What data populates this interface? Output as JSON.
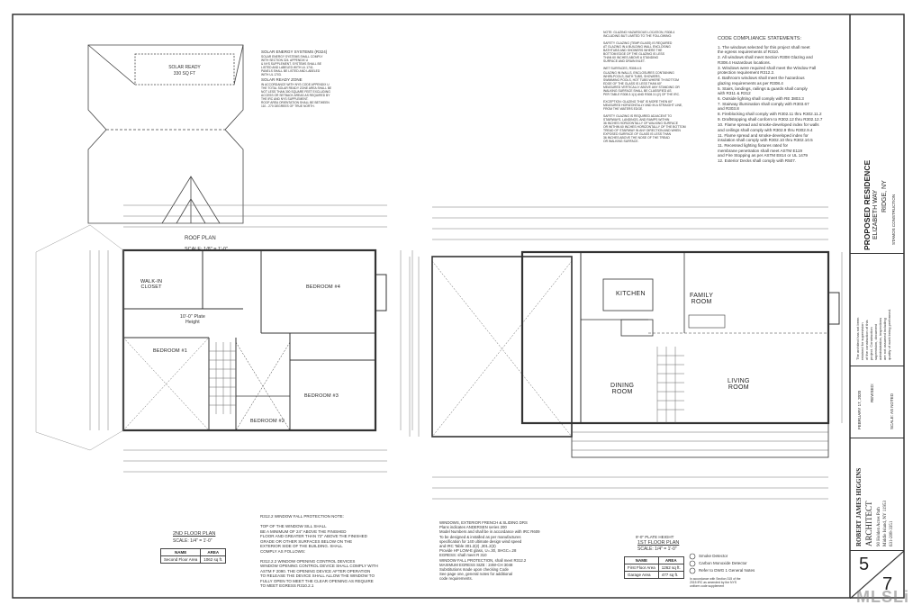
{
  "roof_plan": {
    "solar_label": "SOLAR READY",
    "solar_area": "330  SQ FT",
    "title": "ROOF PLAN",
    "scale": "SCALE: 1/8\" = 1'-0\"",
    "notes_title1": "SOLAR ENERGY SYSTEMS (R324)",
    "notes_body1": "SOLAR ENERGY SYSTEMS SHALL COMPLY\nWITH SECTION 324. APPENDIX U\n& NYS SUPPLEMENT. SYSTEMS SHALL BE\nLISTED AND LABELED WITH UL 1741.\nPANELS SHALL BE LISTED AND LABELED\nWITH UL 1703.",
    "notes_title2": "SOLAR READY ZONE",
    "notes_body2": "IN ACCORDANCE WITH NYS CODE APPENDIX U\nTHE TOTAL SOLAR READY ZONE AREA SHALL BE\nNOT LESS THAN 300 SQUARE FEET EXCLUDING\nACCESS OR SETBACK AREAS AS REQUIRED BY\nTHE IRC AND NYS SUPPLEMENT.\nROOF AREA ORIENTATION SHALL BE BETWEEN\n110 - 270 DEGREES OF TRUE NORTH."
  },
  "glazing_notes": "NOTE: GLAZING HAZARDOUS LOCATION, R308.4\nINCLUDING BUT LIMITED TO THE FOLLOWING:\n\nSAFETY GLAZING (TEMP.GLASS) IS REQUIRED\nAT GLAZING IN A BUILDING WALL ENCLOSING\nBATHTUBS AND SHOWERS WHERE THE\nBOTTOM EDGE OF THE GLAZING IS LESS\nTHAN 60 INCHES ABOVE A STANDING\nSURFACE AND DRAIN INLET.\n\nWET SURFACES, R308.4.5\nGLAZING IN WALLS, ENCLOSURES CONTAINING\nWHIRLPOOLS, BATH TUBS, SHOWERS,\nSWIMMING POOLS, HOT TUBS WHERE TH BOTTOM\nEDGE OF THE GLASS IS LESS THAN 60\"\nMEASURED VERTICALLY ABOVE ANY STANDING OR\nWALKING SURFACE SHALL BE CLASSIFIED AS\nPER TABLE R308.3.1(1) AND R308.3.1(2) OF THE IRC.\n\nEXCEPTION: GLAZING THAT IS MORE THEN 60\"\nMEASURED HORIZONTALLY AND IN A STRAIGHT LINE,\nFROM THE WATERS EDGE.\n\nSAFETY GLAZING IS REQUIRED ADJACENT TO\nSTAIRWAYS, LANDINGS, AND RAMPS WITHIN\n36 INCHES HORIZONTALLY OF WALKING SURFACE\nOR WITHIN 60 INCHES HORIZONTALLY OF THE BOTTOM\nTREAD OF STAIRWAY IN ANY DIRECTION AND WHEN\nEXPOSED SURFACE OF GLASS IS LESS THAN\n36 INCHES ABOVE THE NOSE OF THE TREAD\nOR WALKING SURFACE.",
  "code_compliance": {
    "title": "CODE COMPLIANCE STATEMENTS:",
    "items": [
      "1.   The windows selected for this project shall meet\n       the egress requirements of R310.",
      "2.   All windows shall meet Section R308 Glazing and\n       R308.4 Hazardous locations.",
      "3.   Windows were required shall meet the Window Fall\n       protection requirement R312.2.",
      "4.   Bathroom windows shall meet the hazardous\n       glazing requirements as per R308.4",
      "5.   Stairs, landings, railings & guards shall comply\n       with R311 & R312",
      "6.   Outside lighting shall comply with RE 3803.3",
      "7.   Stairway illumination shall comply with R303.67\n       and R303.8",
      "8.   Fireblocking shall comply with  R302.11 thru R302.11.2",
      "9.   Draftstopping shall conform to  R302.12 thru R302.12.7",
      "10. Flame spread and smoke-developed index for walls\n       and ceilings shall comply with R302.9 thru R302.9.4",
      "11. Flame spread and smoke-developed index for\n       insulation shall comply with R302.10 thru R302.10.5",
      "11. Recessed lighting fixtures rated for\n       membrane penetration shall meet ASTM E119\n       and Fire Stopping as per ASTM E814 or UL 1479",
      "12. Exterior Decks shall comply with R507."
    ]
  },
  "second_floor": {
    "rooms": {
      "walkin": "WALK-IN\nCLOSET",
      "bedroom1": "BEDROOM #1",
      "bedroom2": "BEDROOM #2",
      "bedroom3": "BEDROOM #3",
      "bedroom4": "BEDROOM #4",
      "plate": "10'-0\" Plate\nHeight"
    },
    "title": "2ND FLOOR PLAN",
    "scale": "SCALE: 1/4\" = 1'-0\"",
    "table": {
      "h1": "NAME",
      "h2": "AREA",
      "name": "Second Floor Area",
      "area": "1062 sq ft."
    }
  },
  "window_fall_note": "R312.2 WINDOW FALL PROTECTION NOTE:\n\nTOP OF THE WINDOW SILL SHALL\nBE A MINIMUM OF 24\" ABOVE THE FINISHED\nFLOOR AND GREATER THAN 72\" ABOVE THE FINISHED\nGRADE OR OTHER SURFACES BELOW ON THE\nEXTERIOR SIDE OF THE BUILDING. SHALL\nCOMPLY AS FOLLOWS:\n\nR312.2.2 WINDOW OPENING CONTROL DEVICES\nWINDOW OPENING CONTROL DEVICE SHALL COMPLY WITH\nASTM F 2090. THE OPENING DEVICE  AFTER OPERATION\nTO RELEASE THE DEVICE SHALL ALLOW THE WINDOW TO\nFULLY OPEN TO MEET THE CLEAR OPENING AS REQUIRE\nTO MEET EGRESS R310.2.1",
  "windows_note": "WINDOWS, EXTERIOR FRENCH & SLIDING DRS\nPlans indicates ANDERSEN series 200\nModel Numbers and shall be in accordance with IRC R609\nTo be designed & installed as per manufactures\nspecification for 140 ultimate design wind speed\nand IRC Table 301.2(2) ,301.2(3)\nProvide HP LOW-E glass, U=.30, SHGC=.28\nEGRESS: shall meet R 310\nWINDOW FALL PROTECTION, shall meet R312.2\nMAXIMUM EGRESS SIZE : 24W-CH 3048\n   Substitutions made upon checking Code\n   See page one, general notes for additional\n   code requirements.",
  "first_floor": {
    "rooms": {
      "kitchen": "KITCHEN",
      "family": "FAMILY\nROOM",
      "dining": "DINING\nROOM",
      "living": "LIVING\nROOM"
    },
    "plate": "9'-0\" PLATE HEIGHT",
    "title": "1ST FLOOR PLAN",
    "scale": "SCALE: 1/4\" = 1'-0\"",
    "table": {
      "h1": "NAME",
      "h2": "AREA",
      "r1n": "First Floor Area",
      "r1a": "1262 sq ft.",
      "r2n": "Garage Area",
      "r2a": "477 sq ft."
    }
  },
  "legend": {
    "smoke": "Smoke Detector",
    "co": "Carbon Monoxide Detector",
    "refer": "Refer to DWG 1 General Notes",
    "note": "In accordance with Section 315 of the\n2015 IRC as amended by the NYS\nuniform code supplement"
  },
  "title_block": {
    "project": "PROPOSED RESIDENCE",
    "address1": "ELIZABETH WAY",
    "address2": "RIDGE, NY",
    "client": "STAMOS CONSTRUCTION",
    "disclaimer": "The architect has not been\nretained for supervision\nof the construction of this\nproject. Construction\nsupervision, document\nadministration, inspections\nare not assumed including\nquality of work being performed.",
    "date": "FEBRUARY 17, 2020",
    "revised": "REVISED:",
    "scale": "SCALE: AS NOTED",
    "architect": "ROBERT JAMES HIGGINS",
    "architect_title": "ARCHITECT",
    "arch_addr1": "90 Holden Acres Path",
    "arch_addr2": "Middle Island, NY 11953",
    "arch_phone": "631-208-3351",
    "sheet": "5",
    "total": "7"
  },
  "watermark": "MLSLi"
}
